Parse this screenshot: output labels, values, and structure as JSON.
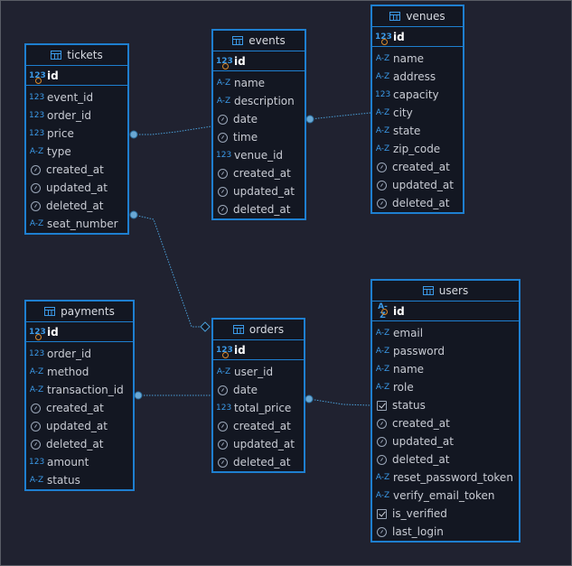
{
  "tables": {
    "tickets": {
      "name": "tickets",
      "pk": {
        "type": "num",
        "label": "id"
      },
      "columns": [
        {
          "type": "num",
          "label": "event_id"
        },
        {
          "type": "num",
          "label": "order_id"
        },
        {
          "type": "num",
          "label": "price"
        },
        {
          "type": "str",
          "label": "type"
        },
        {
          "type": "time",
          "label": "created_at"
        },
        {
          "type": "time",
          "label": "updated_at"
        },
        {
          "type": "time",
          "label": "deleted_at"
        },
        {
          "type": "str",
          "label": "seat_number"
        }
      ]
    },
    "events": {
      "name": "events",
      "pk": {
        "type": "num",
        "label": "id"
      },
      "columns": [
        {
          "type": "str",
          "label": "name"
        },
        {
          "type": "str",
          "label": "description"
        },
        {
          "type": "time",
          "label": "date"
        },
        {
          "type": "time",
          "label": "time"
        },
        {
          "type": "num",
          "label": "venue_id"
        },
        {
          "type": "time",
          "label": "created_at"
        },
        {
          "type": "time",
          "label": "updated_at"
        },
        {
          "type": "time",
          "label": "deleted_at"
        }
      ]
    },
    "venues": {
      "name": "venues",
      "pk": {
        "type": "num",
        "label": "id"
      },
      "columns": [
        {
          "type": "str",
          "label": "name"
        },
        {
          "type": "str",
          "label": "address"
        },
        {
          "type": "num",
          "label": "capacity"
        },
        {
          "type": "str",
          "label": "city"
        },
        {
          "type": "str",
          "label": "state"
        },
        {
          "type": "str",
          "label": "zip_code"
        },
        {
          "type": "time",
          "label": "created_at"
        },
        {
          "type": "time",
          "label": "updated_at"
        },
        {
          "type": "time",
          "label": "deleted_at"
        }
      ]
    },
    "payments": {
      "name": "payments",
      "pk": {
        "type": "num",
        "label": "id"
      },
      "columns": [
        {
          "type": "num",
          "label": "order_id"
        },
        {
          "type": "str",
          "label": "method"
        },
        {
          "type": "str",
          "label": "transaction_id"
        },
        {
          "type": "time",
          "label": "created_at"
        },
        {
          "type": "time",
          "label": "updated_at"
        },
        {
          "type": "time",
          "label": "deleted_at"
        },
        {
          "type": "num",
          "label": "amount"
        },
        {
          "type": "str",
          "label": "status"
        }
      ]
    },
    "orders": {
      "name": "orders",
      "pk": {
        "type": "num",
        "label": "id"
      },
      "columns": [
        {
          "type": "str",
          "label": "user_id"
        },
        {
          "type": "time",
          "label": "date"
        },
        {
          "type": "num",
          "label": "total_price"
        },
        {
          "type": "time",
          "label": "created_at"
        },
        {
          "type": "time",
          "label": "updated_at"
        },
        {
          "type": "time",
          "label": "deleted_at"
        }
      ]
    },
    "users": {
      "name": "users",
      "pk": {
        "type": "str",
        "label": "id"
      },
      "columns": [
        {
          "type": "str",
          "label": "email"
        },
        {
          "type": "str",
          "label": "password"
        },
        {
          "type": "str",
          "label": "name"
        },
        {
          "type": "str",
          "label": "role"
        },
        {
          "type": "bool",
          "label": "status"
        },
        {
          "type": "time",
          "label": "created_at"
        },
        {
          "type": "time",
          "label": "updated_at"
        },
        {
          "type": "time",
          "label": "deleted_at"
        },
        {
          "type": "str",
          "label": "reset_password_token"
        },
        {
          "type": "str",
          "label": "verify_email_token"
        },
        {
          "type": "bool",
          "label": "is_verified"
        },
        {
          "type": "time",
          "label": "last_login"
        }
      ]
    }
  },
  "type_glyphs": {
    "num": "123",
    "str": "A-Z"
  },
  "colors": {
    "border": "#1e7fd0",
    "link": "#4a9fd8",
    "key": "#d98a2e",
    "background": "#202230"
  }
}
